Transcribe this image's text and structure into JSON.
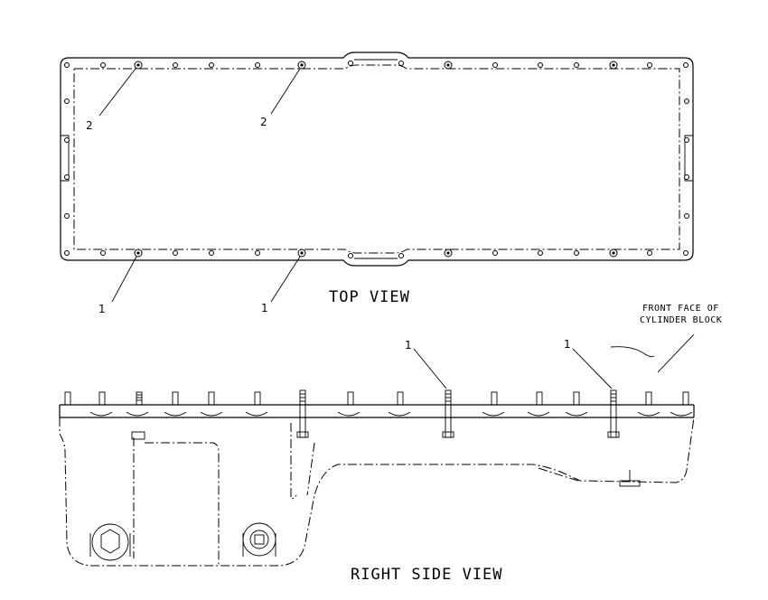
{
  "top_view": {
    "title": "TOP VIEW",
    "callouts": [
      "2",
      "2",
      "1",
      "1"
    ]
  },
  "side_view": {
    "title": "RIGHT SIDE VIEW",
    "callouts": [
      "1",
      "1"
    ],
    "note_line1": "FRONT FACE OF",
    "note_line2": "CYLINDER BLOCK"
  }
}
